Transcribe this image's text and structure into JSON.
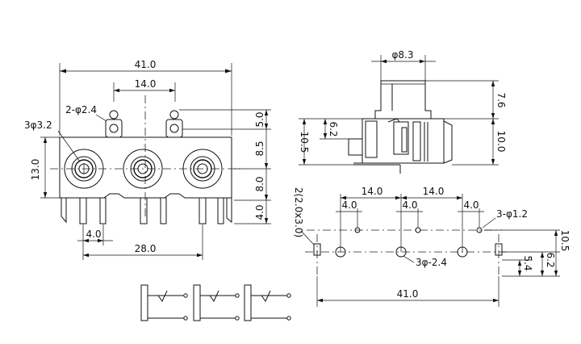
{
  "front_view": {
    "width_total": "41.0",
    "pitch": "14.0",
    "pin_hole_label": "2-φ2.4",
    "jack_hole_label": "3φ3.2",
    "height_body": "13.0",
    "dim_5": "5.0",
    "dim_8_5": "8.5",
    "dim_8_0": "8.0",
    "dim_4_0_side": "4.0",
    "dim_4_0_bottom": "4.0",
    "dim_28": "28.0"
  },
  "side_view": {
    "dia_top": "φ8.3",
    "dim_7_6": "7.6",
    "dim_10_0": "10.0",
    "dim_6_2": "6.2",
    "dim_10_5": "10.5"
  },
  "pcb_view": {
    "pitch_left": "14.0",
    "pitch_right": "14.0",
    "dim_4_0_a": "4.0",
    "dim_4_0_b": "4.0",
    "dim_4_0_c": "4.0",
    "small_holes": "3-φ1.2",
    "slot_label": "2(2.0x3.0)",
    "large_holes": "3φ-2.4",
    "dim_10_5": "10.5",
    "dim_6_2": "6.2",
    "dim_5_4": "5.4",
    "width_total": "41.0"
  }
}
